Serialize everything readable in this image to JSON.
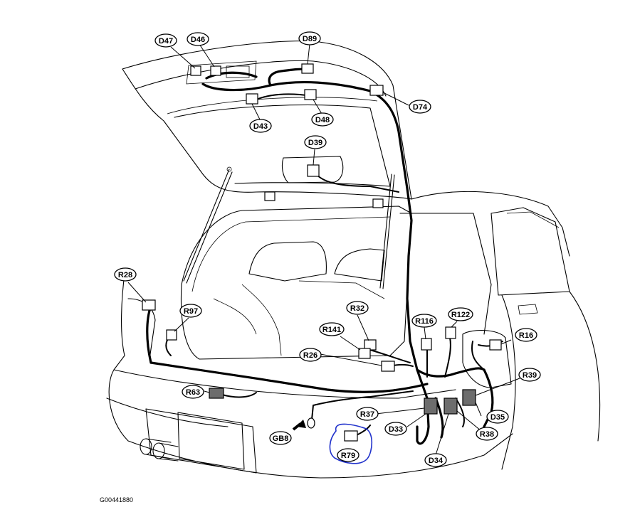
{
  "figure_code": "G00441880",
  "highlight_color": "#2233cc",
  "labels": [
    {
      "id": "D47",
      "text": "D47"
    },
    {
      "id": "D46",
      "text": "D46"
    },
    {
      "id": "D89",
      "text": "D89"
    },
    {
      "id": "D74",
      "text": "D74"
    },
    {
      "id": "D43",
      "text": "D43"
    },
    {
      "id": "D48",
      "text": "D48"
    },
    {
      "id": "D39",
      "text": "D39"
    },
    {
      "id": "R28",
      "text": "R28"
    },
    {
      "id": "R97",
      "text": "R97"
    },
    {
      "id": "R32",
      "text": "R32"
    },
    {
      "id": "R116",
      "text": "R116"
    },
    {
      "id": "R122",
      "text": "R122"
    },
    {
      "id": "R141",
      "text": "R141"
    },
    {
      "id": "R16",
      "text": "R16"
    },
    {
      "id": "R26",
      "text": "R26"
    },
    {
      "id": "R39",
      "text": "R39"
    },
    {
      "id": "R63",
      "text": "R63"
    },
    {
      "id": "R37",
      "text": "R37"
    },
    {
      "id": "D35",
      "text": "D35"
    },
    {
      "id": "D33",
      "text": "D33"
    },
    {
      "id": "R38",
      "text": "R38"
    },
    {
      "id": "GB8",
      "text": "GB8"
    },
    {
      "id": "R79",
      "text": "R79"
    },
    {
      "id": "D34",
      "text": "D34"
    }
  ]
}
